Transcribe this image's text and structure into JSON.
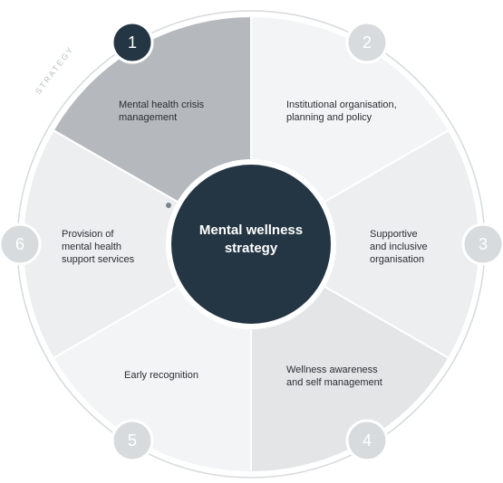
{
  "diagram": {
    "center_title": "Mental wellness strategy",
    "tag": "STRATEGY",
    "segments": [
      {
        "number": "1",
        "label": "Mental health crisis\nmanagement",
        "active": true
      },
      {
        "number": "2",
        "label": "Institutional organisation,\nplanning and policy",
        "active": false
      },
      {
        "number": "3",
        "label": "Supportive\nand inclusive\norganisation",
        "active": false
      },
      {
        "number": "4",
        "label": "Wellness awareness\nand self management",
        "active": false
      },
      {
        "number": "5",
        "label": "Early recognition",
        "active": false
      },
      {
        "number": "6",
        "label": "Provision of\nmental health\nsupport services",
        "active": false
      }
    ],
    "colors": {
      "active_segment": "#b5b9bd",
      "segment_light": "#f3f4f5",
      "segment_mid": "#eceef0",
      "segment_dark": "#e3e5e7",
      "center": "#243643",
      "badge_active": "#243643",
      "badge_inactive": "#d8dbde",
      "ring": "#d6d9dc"
    }
  }
}
